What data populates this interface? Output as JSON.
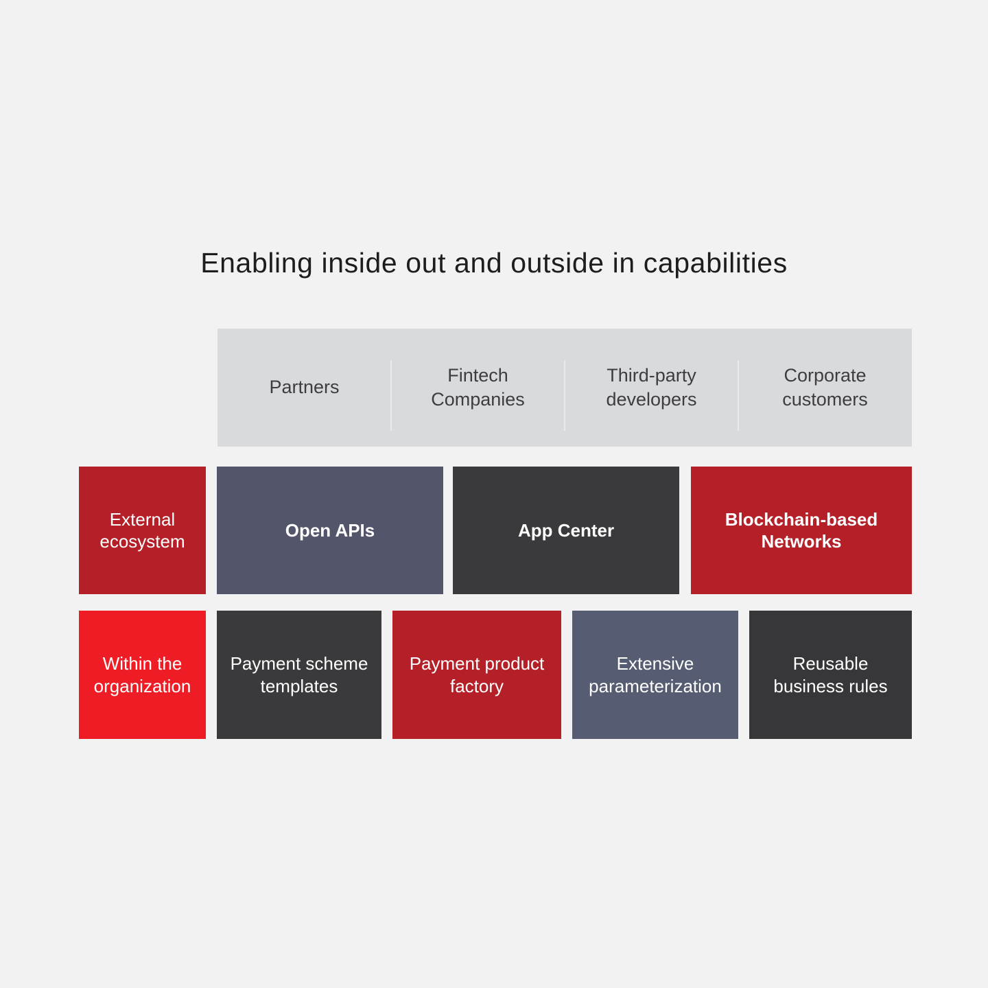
{
  "title": "Enabling inside out and outside in capabilities",
  "audience_bar": {
    "partners": "Partners",
    "fintech_companies": "Fintech\nCompanies",
    "third_party_developers": "Third-party\ndevelopers",
    "corporate_customers": "Corporate\ncustomers"
  },
  "rows": {
    "external": {
      "label": "External\necosystem",
      "boxes": {
        "open_apis": "Open APIs",
        "app_center": "App Center",
        "blockchain_networks": "Blockchain-based\nNetworks"
      }
    },
    "internal": {
      "label": "Within the\norganization",
      "boxes": {
        "payment_scheme_templates": "Payment scheme\ntemplates",
        "payment_product_factory": "Payment product\nfactory",
        "extensive_parameterization": "Extensive\nparameterization",
        "reusable_business_rules": "Reusable\nbusiness rules"
      }
    }
  },
  "colors": {
    "background": "#f2f2f2",
    "audience_bar_bg": "#d9dadb",
    "audience_divider": "#e9eaeb",
    "audience_text": "#3d3d3f",
    "title_text": "#1d1d1f",
    "box_text": "#ffffff",
    "dark_red": "#b41f28",
    "bright_red": "#ee1c25",
    "slate": "#53566a",
    "slate_light": "#565c71",
    "charcoal": "#3a3a3c",
    "charcoal_dark": "#373739"
  }
}
